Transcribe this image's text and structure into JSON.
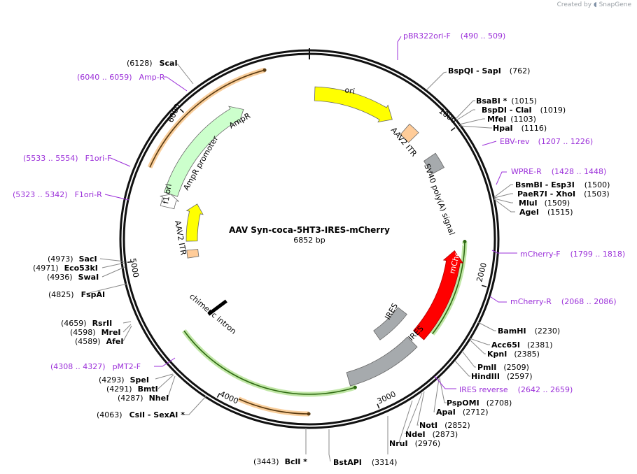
{
  "credit": {
    "prefix": "Created by",
    "brand": "SnapGene"
  },
  "plasmid": {
    "name": "AAV Syn-coca-5HT3-IRES-mCherry",
    "size": "6852 bp",
    "length": 6852
  },
  "ticks": [
    {
      "bp": 1000,
      "label": "1000"
    },
    {
      "bp": 2000,
      "label": "2000"
    },
    {
      "bp": 3000,
      "label": "3000"
    },
    {
      "bp": 4000,
      "label": "4000"
    },
    {
      "bp": 5000,
      "label": "5000"
    },
    {
      "bp": 6000,
      "label": "6000"
    }
  ],
  "features": [
    {
      "name": "ori",
      "label": "ori",
      "start": 40,
      "end": 660,
      "color": "#ffff00",
      "track": "inner",
      "dir": 1
    },
    {
      "name": "AmpR",
      "label": "AmpR",
      "start": 5480,
      "end": 6340,
      "color": "#ccffcc",
      "track": "inner",
      "dir": 1
    },
    {
      "name": "AmpR promoter",
      "label": "AmpR promoter",
      "start": 5380,
      "end": 5480,
      "color": "#ffffff",
      "track": "inner",
      "dir": 1
    },
    {
      "name": "f1 ori",
      "label": "f1 ori",
      "start": 5120,
      "end": 5470,
      "color": "#ffff00",
      "track": "inner2",
      "dir": 1
    },
    {
      "name": "AAV2 ITR left",
      "label": "AAV2 ITR",
      "start": 4970,
      "end": 5040,
      "color": "#ffcc99",
      "track": "inner2",
      "dir": 0
    },
    {
      "name": "AAV2 ITR right",
      "label": "AAV2 ITR",
      "start": 780,
      "end": 870,
      "color": "#ffcc99",
      "track": "inner",
      "dir": 0
    },
    {
      "name": "SV40 polyA",
      "label": "SV40 poly(A) signal",
      "start": 1060,
      "end": 1180,
      "color": "#a6aaad",
      "track": "inner",
      "dir": 0
    },
    {
      "name": "mCherry",
      "label": "mCherry",
      "start": 1800,
      "end": 2500,
      "color": "#ff0000",
      "track": "inner",
      "dir": -1
    },
    {
      "name": "IRES 1",
      "label": "IRES",
      "start": 2570,
      "end": 3130,
      "color": "#a6aaad",
      "track": "inner",
      "dir": 0
    },
    {
      "name": "IRES 2",
      "label": "IRES",
      "start": 2430,
      "end": 2760,
      "color": "#a6aaad",
      "track": "inner2",
      "dir": 0
    },
    {
      "name": "chimeric intron",
      "label": "chimeric intron",
      "start": 4430,
      "end": 4470,
      "color": "#000000",
      "track": "inner2",
      "dir": 0
    }
  ],
  "orfs": [
    {
      "start": 5600,
      "end": 6570,
      "color": "#f4a64a",
      "dir": 1,
      "r": 250
    },
    {
      "start": 3430,
      "end": 3880,
      "color": "#f4a64a",
      "dir": -1,
      "r": 250
    },
    {
      "start": 1730,
      "end": 2430,
      "color": "#8ed45f",
      "dir": -1,
      "r": 222
    },
    {
      "start": 3100,
      "end": 4450,
      "color": "#8ed45f",
      "dir": -1,
      "r": 222
    }
  ],
  "enzymes": [
    {
      "parts": [
        "",
        "ScaI"
      ],
      "pos": "(6128)",
      "side": "left"
    },
    {
      "parts": [
        "BspQI",
        "SapI"
      ],
      "pos": "(762)",
      "side": "right"
    },
    {
      "parts": [
        "BsaBI *"
      ],
      "pos": "(1015)",
      "side": "right"
    },
    {
      "parts": [
        "BspDI",
        "ClaI"
      ],
      "pos": "(1019)",
      "side": "right"
    },
    {
      "parts": [
        "MfeI"
      ],
      "pos": "(1103)",
      "side": "right"
    },
    {
      "parts": [
        "HpaI"
      ],
      "pos": "(1116)",
      "side": "right"
    },
    {
      "parts": [
        "BsmBI",
        "Esp3I"
      ],
      "pos": "(1500)",
      "side": "right"
    },
    {
      "parts": [
        "PaeR7I",
        "XhoI"
      ],
      "pos": "(1503)",
      "side": "right"
    },
    {
      "parts": [
        "MluI"
      ],
      "pos": "(1509)",
      "side": "right"
    },
    {
      "parts": [
        "AgeI"
      ],
      "pos": "(1515)",
      "side": "right"
    },
    {
      "parts": [
        "BamHI"
      ],
      "pos": "(2230)",
      "side": "right"
    },
    {
      "parts": [
        "Acc65I"
      ],
      "pos": "(2381)",
      "side": "right"
    },
    {
      "parts": [
        "KpnI"
      ],
      "pos": "(2385)",
      "side": "right"
    },
    {
      "parts": [
        "PmlI"
      ],
      "pos": "(2509)",
      "side": "right"
    },
    {
      "parts": [
        "HindIII"
      ],
      "pos": "(2597)",
      "side": "right"
    },
    {
      "parts": [
        "PspOMI"
      ],
      "pos": "(2708)",
      "side": "right"
    },
    {
      "parts": [
        "ApaI"
      ],
      "pos": "(2712)",
      "side": "right"
    },
    {
      "parts": [
        "NotI"
      ],
      "pos": "(2852)",
      "side": "right"
    },
    {
      "parts": [
        "NdeI"
      ],
      "pos": "(2873)",
      "side": "right"
    },
    {
      "parts": [
        "NruI"
      ],
      "pos": "(2976)",
      "side": "right"
    },
    {
      "parts": [
        "BstAPI"
      ],
      "pos": "(3314)",
      "side": "right"
    },
    {
      "parts": [
        "BclI *"
      ],
      "pos": "(3443)",
      "side": "left"
    },
    {
      "parts": [
        "CsiI",
        "SexAI *"
      ],
      "pos": "(4063)",
      "side": "left"
    },
    {
      "parts": [
        "NheI"
      ],
      "pos": "(4287)",
      "side": "left"
    },
    {
      "parts": [
        "BmtI"
      ],
      "pos": "(4291)",
      "side": "left"
    },
    {
      "parts": [
        "SpeI"
      ],
      "pos": "(4293)",
      "side": "left"
    },
    {
      "parts": [
        "AfeI"
      ],
      "pos": "(4589)",
      "side": "left"
    },
    {
      "parts": [
        "MreI"
      ],
      "pos": "(4598)",
      "side": "left"
    },
    {
      "parts": [
        "RsrII"
      ],
      "pos": "(4659)",
      "side": "left"
    },
    {
      "parts": [
        "FspAI"
      ],
      "pos": "(4825)",
      "side": "left"
    },
    {
      "parts": [
        "SwaI"
      ],
      "pos": "(4936)",
      "side": "left"
    },
    {
      "parts": [
        "Eco53kI"
      ],
      "pos": "(4971)",
      "side": "left"
    },
    {
      "parts": [
        "SacI"
      ],
      "pos": "(4973)",
      "side": "left"
    }
  ],
  "primers": [
    {
      "name": "pBR322ori-F",
      "range": "(490 .. 509)"
    },
    {
      "name": "EBV-rev",
      "range": "(1207 .. 1226)"
    },
    {
      "name": "WPRE-R",
      "range": "(1428 .. 1448)"
    },
    {
      "name": "mCherry-F",
      "range": "(1799 .. 1818)"
    },
    {
      "name": "mCherry-R",
      "range": "(2068 .. 2086)"
    },
    {
      "name": "IRES reverse",
      "range": "(2642 .. 2659)"
    },
    {
      "name": "pMT2-F",
      "range": "(4308 .. 4327)"
    },
    {
      "name": "F1ori-R",
      "range": "(5323 .. 5342)"
    },
    {
      "name": "F1ori-F",
      "range": "(5533 .. 5554)"
    },
    {
      "name": "Amp-R",
      "range": "(6040 .. 6059)"
    }
  ]
}
